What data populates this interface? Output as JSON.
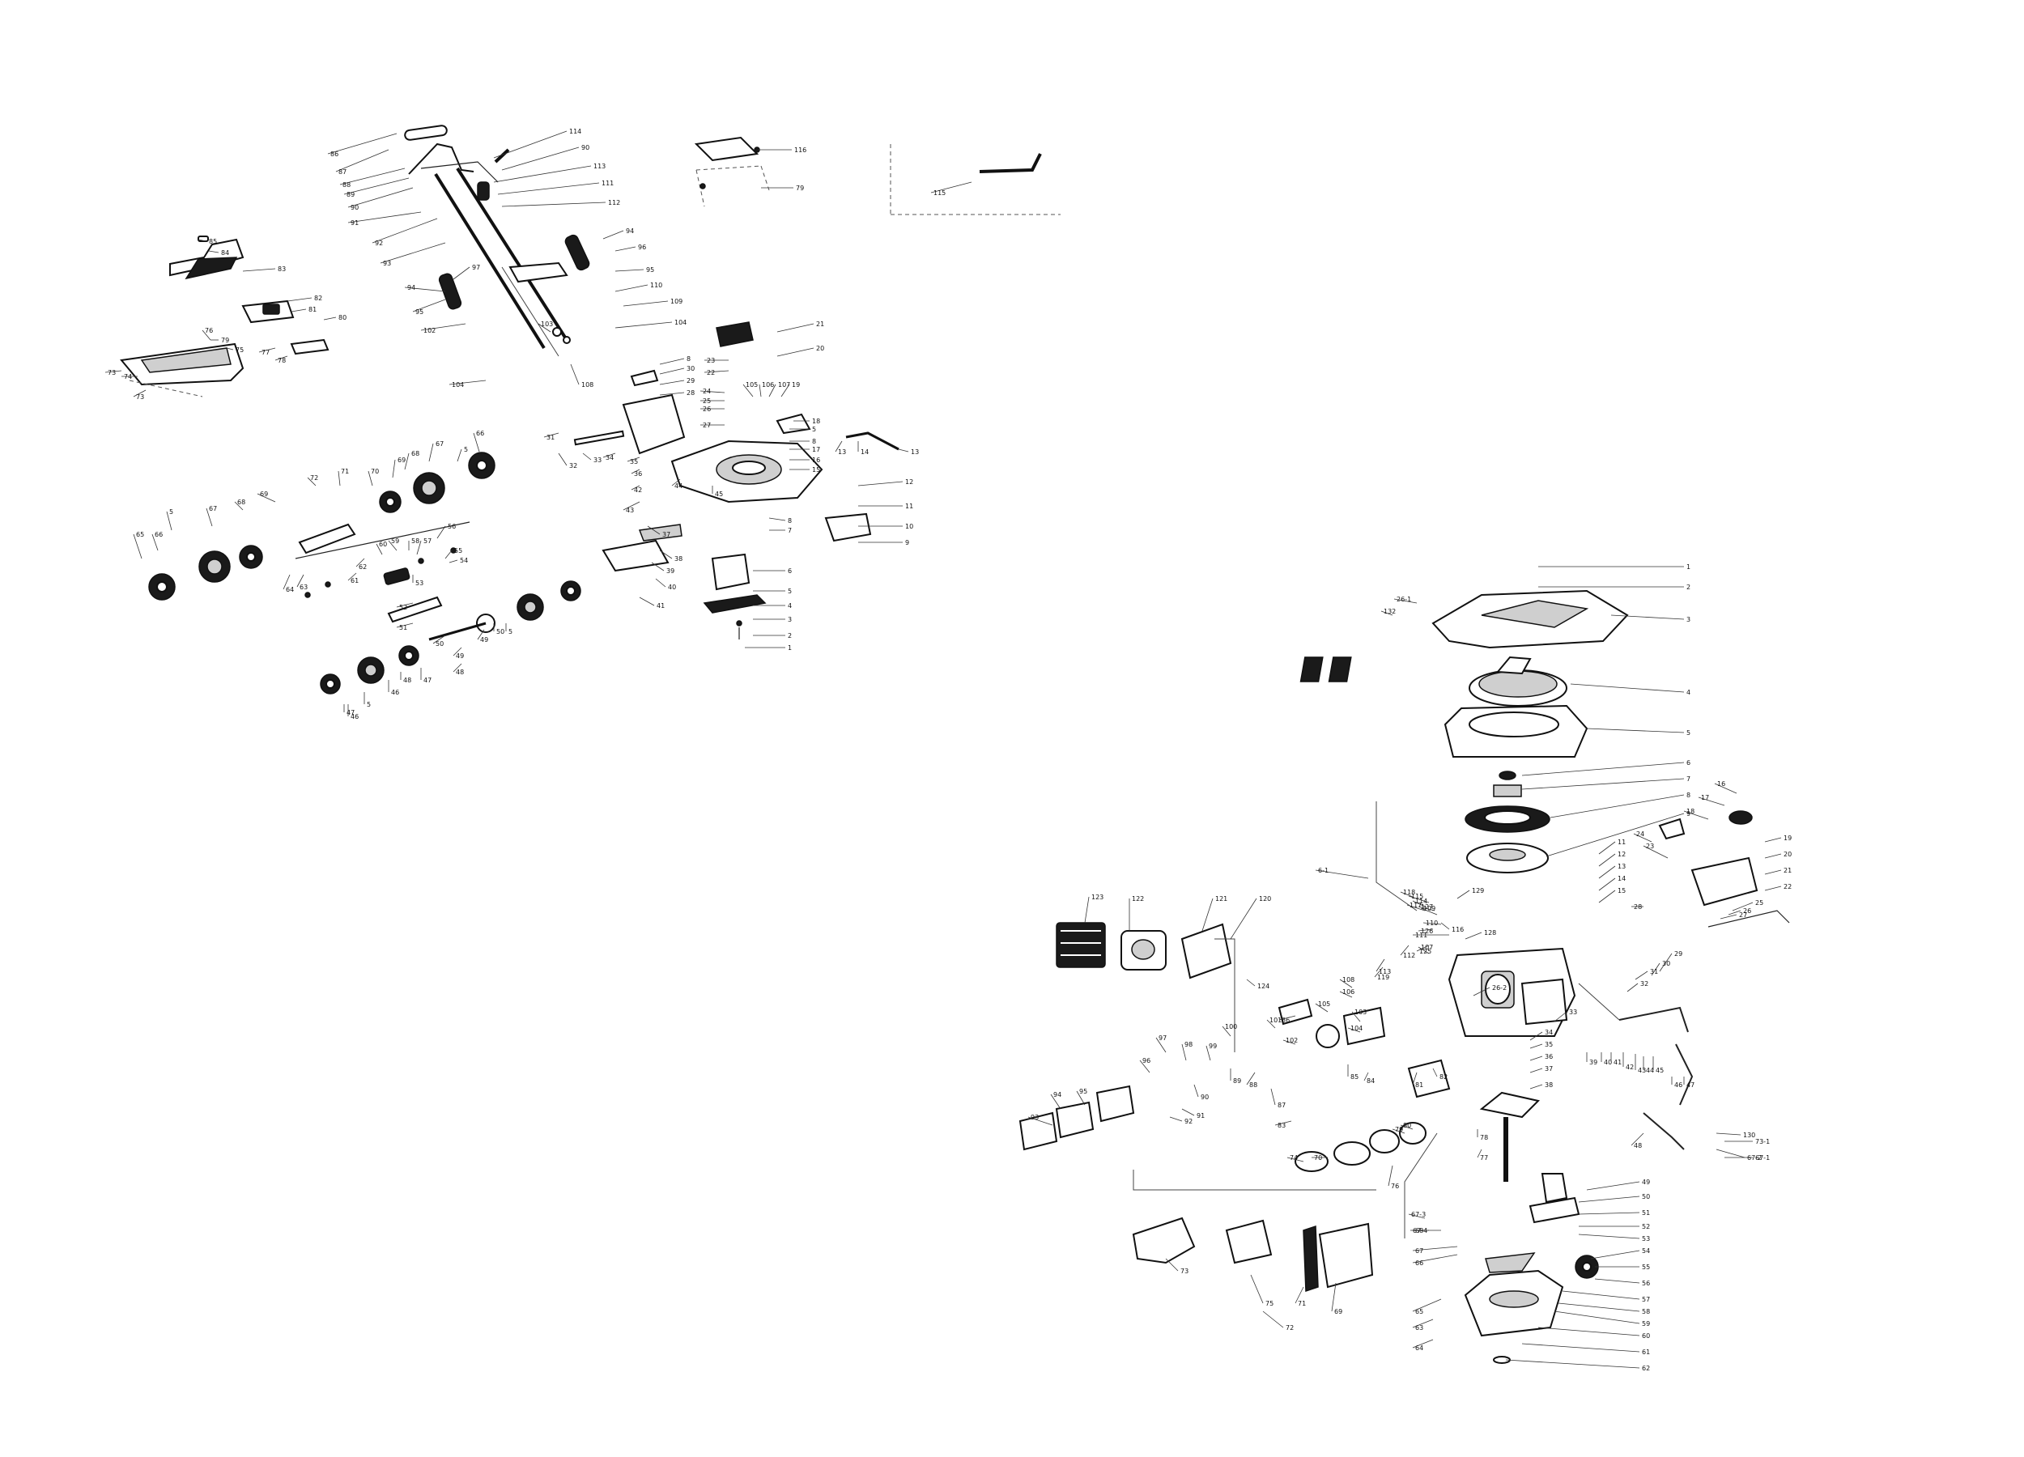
{
  "mower_callouts": [
    {
      "label": "86"
    },
    {
      "label": "87"
    },
    {
      "label": "88"
    },
    {
      "label": "89"
    },
    {
      "label": "90"
    },
    {
      "label": "91"
    },
    {
      "label": "92"
    },
    {
      "label": "93"
    },
    {
      "label": "94"
    },
    {
      "label": "95"
    },
    {
      "label": "114"
    },
    {
      "label": "90"
    },
    {
      "label": "113"
    },
    {
      "label": "111"
    },
    {
      "label": "112"
    },
    {
      "label": "94"
    },
    {
      "label": "96"
    },
    {
      "label": "97"
    },
    {
      "label": "95"
    },
    {
      "label": "110"
    },
    {
      "label": "109"
    },
    {
      "label": "104"
    },
    {
      "label": "102"
    },
    {
      "label": "103"
    },
    {
      "label": "104"
    },
    {
      "label": "108"
    },
    {
      "label": "85"
    },
    {
      "label": "84"
    },
    {
      "label": "83"
    },
    {
      "label": "82"
    },
    {
      "label": "81"
    },
    {
      "label": "80"
    },
    {
      "label": "79"
    },
    {
      "label": "78"
    },
    {
      "label": "77"
    },
    {
      "label": "76"
    },
    {
      "label": "75"
    },
    {
      "label": "74"
    },
    {
      "label": "73"
    },
    {
      "label": "73"
    },
    {
      "label": "116"
    },
    {
      "label": "79"
    },
    {
      "label": "115"
    },
    {
      "label": "21"
    },
    {
      "label": "20"
    },
    {
      "label": "23"
    },
    {
      "label": "22"
    },
    {
      "label": "8"
    },
    {
      "label": "30"
    },
    {
      "label": "29"
    },
    {
      "label": "28"
    },
    {
      "label": "24"
    },
    {
      "label": "25"
    },
    {
      "label": "26"
    },
    {
      "label": "27"
    },
    {
      "label": "105"
    },
    {
      "label": "106"
    },
    {
      "label": "107"
    },
    {
      "label": "19"
    },
    {
      "label": "18"
    },
    {
      "label": "5"
    },
    {
      "label": "8"
    },
    {
      "label": "17"
    },
    {
      "label": "16"
    },
    {
      "label": "15"
    },
    {
      "label": "13"
    },
    {
      "label": "14"
    },
    {
      "label": "13"
    },
    {
      "label": "12"
    },
    {
      "label": "11"
    },
    {
      "label": "10"
    },
    {
      "label": "9"
    },
    {
      "label": "8"
    },
    {
      "label": "7"
    },
    {
      "label": "6"
    },
    {
      "label": "5"
    },
    {
      "label": "4"
    },
    {
      "label": "3"
    },
    {
      "label": "2"
    },
    {
      "label": "1"
    },
    {
      "label": "31"
    },
    {
      "label": "32"
    },
    {
      "label": "33"
    },
    {
      "label": "34"
    },
    {
      "label": "35"
    },
    {
      "label": "36"
    },
    {
      "label": "37"
    },
    {
      "label": "38"
    },
    {
      "label": "39"
    },
    {
      "label": "40"
    },
    {
      "label": "41"
    },
    {
      "label": "42"
    },
    {
      "label": "43"
    },
    {
      "label": "44"
    },
    {
      "label": "45"
    },
    {
      "label": "66"
    },
    {
      "label": "5"
    },
    {
      "label": "67"
    },
    {
      "label": "68"
    },
    {
      "label": "69"
    },
    {
      "label": "70"
    },
    {
      "label": "71"
    },
    {
      "label": "72"
    },
    {
      "label": "69"
    },
    {
      "label": "68"
    },
    {
      "label": "67"
    },
    {
      "label": "5"
    },
    {
      "label": "66"
    },
    {
      "label": "65"
    },
    {
      "label": "64"
    },
    {
      "label": "63"
    },
    {
      "label": "62"
    },
    {
      "label": "61"
    },
    {
      "label": "60"
    },
    {
      "label": "59"
    },
    {
      "label": "58"
    },
    {
      "label": "57"
    },
    {
      "label": "56"
    },
    {
      "label": "55"
    },
    {
      "label": "54"
    },
    {
      "label": "53"
    },
    {
      "label": "52"
    },
    {
      "label": "51"
    },
    {
      "label": "50"
    },
    {
      "label": "49"
    },
    {
      "label": "48"
    },
    {
      "label": "47"
    },
    {
      "label": "46"
    },
    {
      "label": "5"
    },
    {
      "label": "46"
    },
    {
      "label": "47"
    },
    {
      "label": "48"
    },
    {
      "label": "49"
    },
    {
      "label": "50"
    },
    {
      "label": "5"
    }
  ],
  "engine_callouts": [
    {
      "label": "1"
    },
    {
      "label": "2"
    },
    {
      "label": "3"
    },
    {
      "label": "4"
    },
    {
      "label": "5"
    },
    {
      "label": "6"
    },
    {
      "label": "7"
    },
    {
      "label": "8"
    },
    {
      "label": "9"
    },
    {
      "label": "6-1"
    },
    {
      "label": "11"
    },
    {
      "label": "12"
    },
    {
      "label": "13"
    },
    {
      "label": "14"
    },
    {
      "label": "15"
    },
    {
      "label": "16"
    },
    {
      "label": "17"
    },
    {
      "label": "18"
    },
    {
      "label": "19"
    },
    {
      "label": "20"
    },
    {
      "label": "21"
    },
    {
      "label": "22"
    },
    {
      "label": "23"
    },
    {
      "label": "24"
    },
    {
      "label": "25"
    },
    {
      "label": "26"
    },
    {
      "label": "27"
    },
    {
      "label": "28"
    },
    {
      "label": "29"
    },
    {
      "label": "30"
    },
    {
      "label": "31"
    },
    {
      "label": "32"
    },
    {
      "label": "33"
    },
    {
      "label": "34"
    },
    {
      "label": "35"
    },
    {
      "label": "36"
    },
    {
      "label": "37"
    },
    {
      "label": "38"
    },
    {
      "label": "39"
    },
    {
      "label": "40"
    },
    {
      "label": "41"
    },
    {
      "label": "42"
    },
    {
      "label": "43"
    },
    {
      "label": "44"
    },
    {
      "label": "45"
    },
    {
      "label": "46"
    },
    {
      "label": "47"
    },
    {
      "label": "48"
    },
    {
      "label": "49"
    },
    {
      "label": "50"
    },
    {
      "label": "51"
    },
    {
      "label": "52"
    },
    {
      "label": "53"
    },
    {
      "label": "54"
    },
    {
      "label": "55"
    },
    {
      "label": "56"
    },
    {
      "label": "57"
    },
    {
      "label": "58"
    },
    {
      "label": "59"
    },
    {
      "label": "60"
    },
    {
      "label": "61"
    },
    {
      "label": "62"
    },
    {
      "label": "63"
    },
    {
      "label": "64"
    },
    {
      "label": "65"
    },
    {
      "label": "66"
    },
    {
      "label": "67"
    },
    {
      "label": "68"
    },
    {
      "label": "69"
    },
    {
      "label": "70"
    },
    {
      "label": "71"
    },
    {
      "label": "72"
    },
    {
      "label": "73"
    },
    {
      "label": "74"
    },
    {
      "label": "75"
    },
    {
      "label": "76"
    },
    {
      "label": "77"
    },
    {
      "label": "78"
    },
    {
      "label": "79"
    },
    {
      "label": "80"
    },
    {
      "label": "81"
    },
    {
      "label": "82"
    },
    {
      "label": "83"
    },
    {
      "label": "84"
    },
    {
      "label": "85"
    },
    {
      "label": "86"
    },
    {
      "label": "87"
    },
    {
      "label": "88"
    },
    {
      "label": "89"
    },
    {
      "label": "90"
    },
    {
      "label": "91"
    },
    {
      "label": "92"
    },
    {
      "label": "93"
    },
    {
      "label": "94"
    },
    {
      "label": "95"
    },
    {
      "label": "96"
    },
    {
      "label": "97"
    },
    {
      "label": "98"
    },
    {
      "label": "99"
    },
    {
      "label": "100"
    },
    {
      "label": "101"
    },
    {
      "label": "102"
    },
    {
      "label": "103"
    },
    {
      "label": "104"
    },
    {
      "label": "105"
    },
    {
      "label": "106"
    },
    {
      "label": "107"
    },
    {
      "label": "108"
    },
    {
      "label": "109"
    },
    {
      "label": "110"
    },
    {
      "label": "111"
    },
    {
      "label": "112"
    },
    {
      "label": "113"
    },
    {
      "label": "114"
    },
    {
      "label": "115"
    },
    {
      "label": "116"
    },
    {
      "label": "117"
    },
    {
      "label": "118"
    },
    {
      "label": "119"
    },
    {
      "label": "120"
    },
    {
      "label": "121"
    },
    {
      "label": "122"
    },
    {
      "label": "123"
    },
    {
      "label": "124"
    },
    {
      "label": "125"
    },
    {
      "label": "126"
    },
    {
      "label": "127"
    },
    {
      "label": "128"
    },
    {
      "label": "129"
    },
    {
      "label": "130"
    },
    {
      "label": "132"
    },
    {
      "label": "26-1"
    },
    {
      "label": "26-2"
    },
    {
      "label": "73-1"
    },
    {
      "label": "67-1"
    },
    {
      "label": "67-2"
    },
    {
      "label": "67-3"
    },
    {
      "label": "67-4"
    }
  ]
}
